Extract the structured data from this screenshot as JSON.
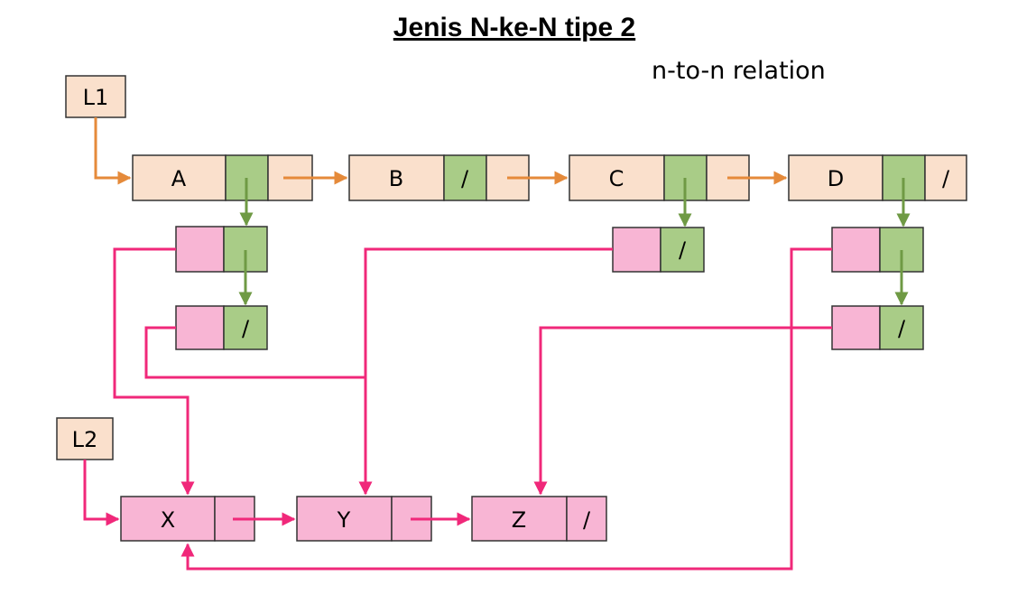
{
  "title": "Jenis N-ke-N tipe 2",
  "subtitle": "n-to-n relation",
  "heads": {
    "l1": "L1",
    "l2": "L2"
  },
  "list1": [
    {
      "label": "A",
      "next": ""
    },
    {
      "label": "B",
      "link": "/",
      "next": ""
    },
    {
      "label": "C",
      "next": ""
    },
    {
      "label": "D",
      "next": "/"
    }
  ],
  "list2": [
    {
      "label": "X",
      "next": ""
    },
    {
      "label": "Y",
      "next": ""
    },
    {
      "label": "Z",
      "next": "/"
    }
  ],
  "connector_nodes": {
    "a1": {
      "next": ""
    },
    "a2": {
      "next": "/"
    },
    "c1": {
      "next": "/"
    },
    "d1": {
      "next": ""
    },
    "d2": {
      "next": "/"
    }
  },
  "colors": {
    "peach": "#fae0cc",
    "pink": "#f8b5d4",
    "green": "#a9cc87",
    "orange_arrow": "#e58a3a",
    "green_arrow": "#6f9a44",
    "pink_arrow": "#f0287a"
  }
}
